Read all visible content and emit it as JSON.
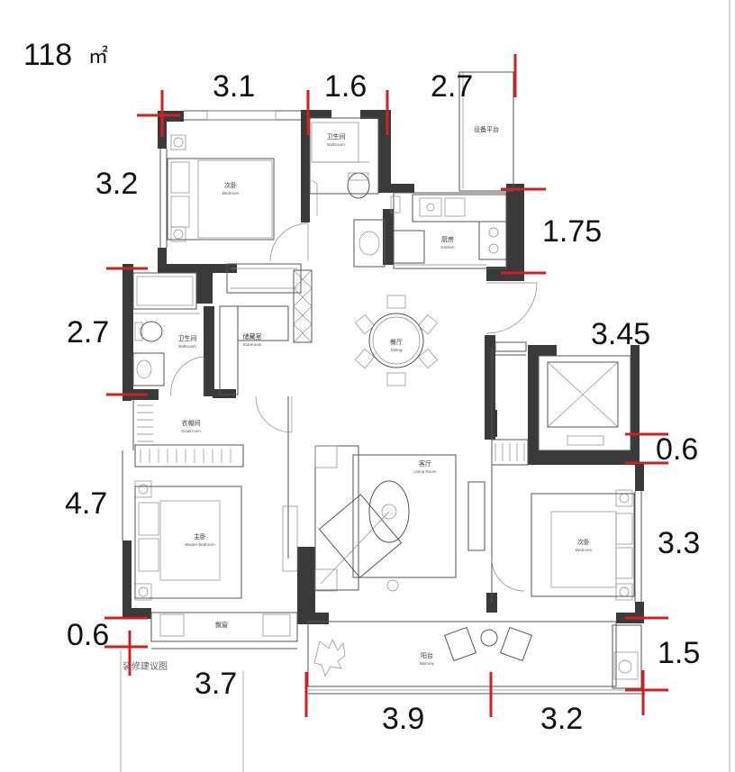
{
  "area": {
    "value": "118",
    "unit": "㎡"
  },
  "dimensions": {
    "top": [
      "3.1",
      "1.6",
      "2.7"
    ],
    "left": [
      "3.2",
      "2.7",
      "4.7",
      "0.6",
      "3.7"
    ],
    "right": [
      "1.75",
      "3.45",
      "0.6",
      "3.3",
      "1.5"
    ],
    "bottom": [
      "3.9",
      "3.2"
    ]
  },
  "rooms": {
    "bedroom_nw": {
      "cn": "次卧",
      "en": "Bedroom"
    },
    "bathroom_n": {
      "cn": "卫生间",
      "en": "Bathroom"
    },
    "equipment": {
      "cn": "设备平台"
    },
    "kitchen": {
      "cn": "厨房",
      "en": "Kitchen"
    },
    "bathroom_w": {
      "cn": "卫生间",
      "en": "Bathroom"
    },
    "storeroom": {
      "cn": "储藏室",
      "en": "Storeroom"
    },
    "dining": {
      "cn": "餐厅",
      "en": "Dining"
    },
    "cloakroom": {
      "cn": "衣帽间",
      "en": "Cloakroom"
    },
    "living": {
      "cn": "客厅",
      "en": "Living Room"
    },
    "master": {
      "cn": "主卧",
      "en": "Master Bedroom"
    },
    "bedroom_e": {
      "cn": "次卧",
      "en": "Bedroom"
    },
    "bay_window": {
      "cn": "飘窗"
    },
    "balcony": {
      "cn": "阳台",
      "en": "Balcony"
    }
  },
  "note": "装修建议图"
}
